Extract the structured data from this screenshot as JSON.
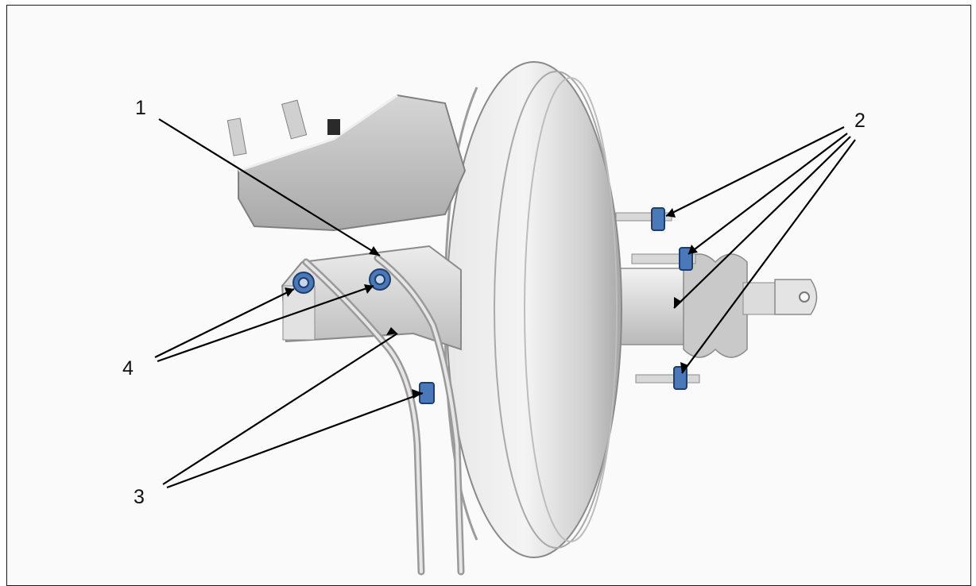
{
  "callouts": {
    "c1": "1",
    "c2": "2",
    "c3": "3",
    "c4": "4"
  },
  "colors": {
    "metal": "#d4d4d4",
    "metal_dark": "#9a9a9a",
    "fastener": "#4a78b8",
    "leader": "#000000"
  }
}
